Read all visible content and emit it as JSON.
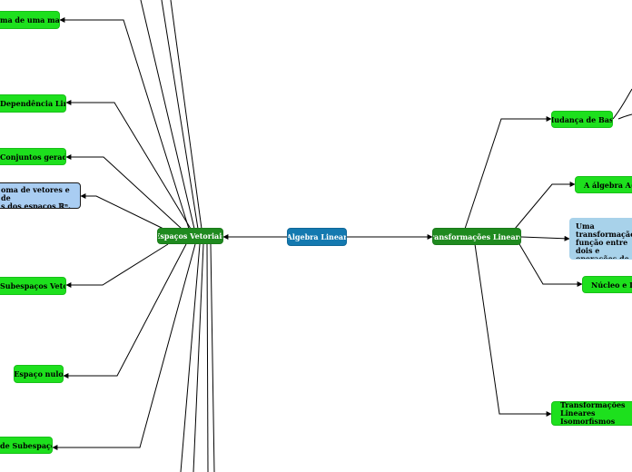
{
  "center": {
    "label": "Algebra Linear"
  },
  "left_hub": {
    "label": "Espaços Vetoriais"
  },
  "right_hub": {
    "label": "Transformações Lineares"
  },
  "left_nodes": [
    {
      "label": "ma de uma matriz"
    },
    {
      "label": "Dependência Linear"
    },
    {
      "label": "Conjuntos geradores"
    },
    {
      "label": "oma de vetores e de\ns dos espaços ℝⁿ."
    },
    {
      "label": "Subespaços Vetoriais"
    },
    {
      "label": "Espaço nulo"
    },
    {
      "label": "de Subespaços"
    }
  ],
  "right_nodes": [
    {
      "label": "Mudança de Base"
    },
    {
      "label": "A álgebra A(V ) d"
    },
    {
      "label": "Uma transformação\nfunção entre dois e\noperações de adiçã\nescalar."
    },
    {
      "label": "Núcleo e Imag"
    },
    {
      "label": "Transformações Lineares\nIsomorfismos"
    }
  ],
  "colors": {
    "node_green": "#1de01d",
    "hub_green": "#1f8a1f",
    "center_blue": "#1479b0",
    "note_blue": "#a9cdf2",
    "note_pale_blue": "#a8d2ea",
    "edge": "#000000"
  }
}
